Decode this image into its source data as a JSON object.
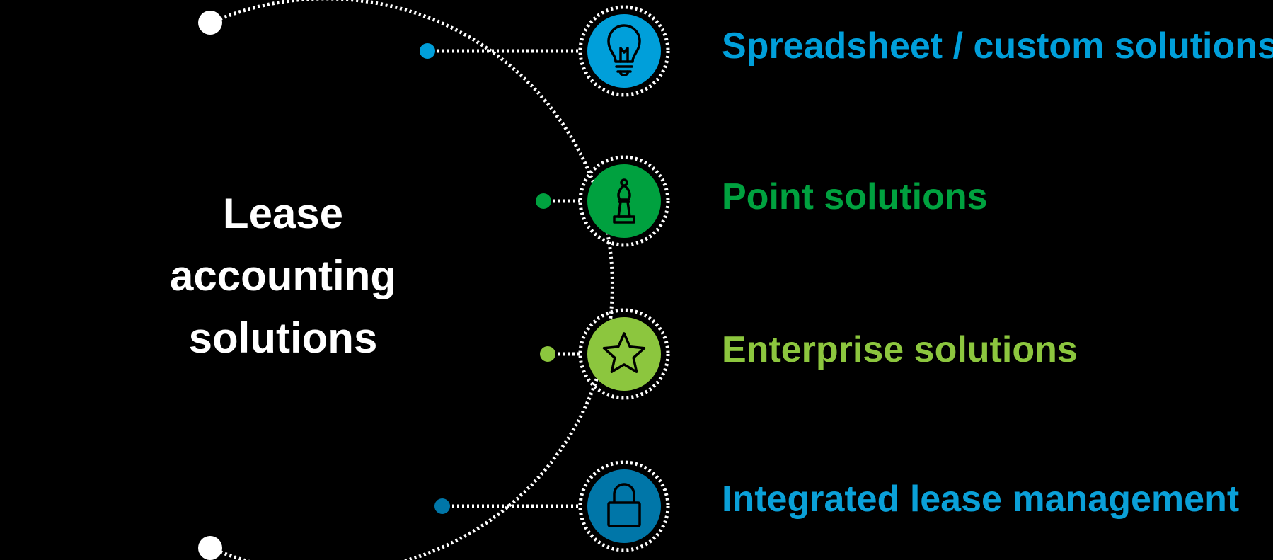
{
  "title": {
    "line1": "Lease",
    "line2": "accounting",
    "line3": "solutions"
  },
  "items": [
    {
      "label": "Spreadsheet / custom solutions",
      "color": "#009fda",
      "icon": "lightbulb-icon"
    },
    {
      "label": "Point solutions",
      "color": "#00a13f",
      "icon": "chess-bishop-icon"
    },
    {
      "label": "Enterprise solutions",
      "color": "#8cc63e",
      "icon": "star-icon"
    },
    {
      "label": "Integrated lease management",
      "color": "#0076a8",
      "icon": "padlock-icon"
    }
  ],
  "colors": {
    "background": "#000000",
    "line": "#ffffff"
  }
}
